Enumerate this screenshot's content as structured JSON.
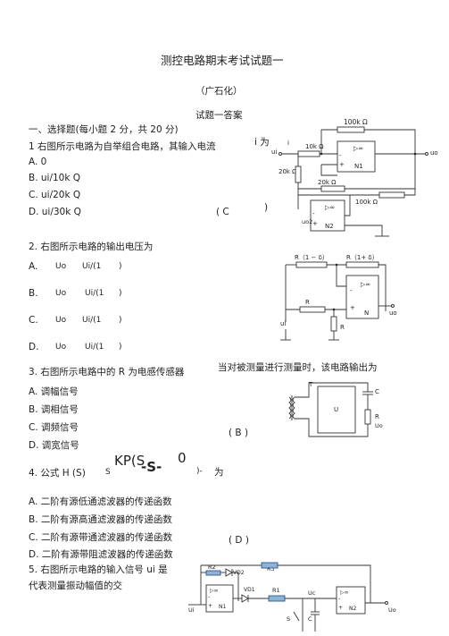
{
  "doc": {
    "title": "测控电路期末考试试题一",
    "school": "（广石化）",
    "subtitle": "试题一答案",
    "section1": "一、选择题(每小题 2 分，共 20 分)"
  },
  "q1": {
    "stem": "1 右图所示电路为自举组合电路，其输入电流",
    "stem_tail": "i 为",
    "options": [
      "A.  0",
      "B.  ui/10k Q",
      "C.  ui/20k Q",
      "D.  ui/30k Q"
    ],
    "answer_open": "( C",
    "answer_close": ")",
    "circuit": {
      "r_top": "100k Ω",
      "r_in": "10k Ω",
      "r_20": "20k Ω",
      "r_20b": "20k Ω",
      "r_bottom": "100k Ω",
      "in_label": "ui",
      "i_label": "i",
      "out_label": "uo",
      "n1": "N1",
      "n2": "N2",
      "uo2": "uo2",
      "inf": "▷∞"
    }
  },
  "q2": {
    "stem": "2. 右图所示电路的输出电压为",
    "options": [
      {
        "letter": "A.",
        "a": "Uo",
        "b": "Ui/(1",
        "c": ")"
      },
      {
        "letter": "B.",
        "a": "Uo",
        "b": "Ui/(1",
        "c": ")"
      },
      {
        "letter": "C.",
        "a": "Uo",
        "b": "Ui/(1",
        "c": ")"
      },
      {
        "letter": "D.",
        "a": "Uo",
        "b": "Ui/(1",
        "c": ")"
      }
    ],
    "circuit": {
      "r1": "R（1 − δ）",
      "r2": "R（1+ δ）",
      "r_mid": "R",
      "r_gnd": "R",
      "in_label": "ui",
      "out_label": "uo",
      "n": "N",
      "inf": "▷∞"
    }
  },
  "q3": {
    "stem": "3.  右图所示电路中的 R 为电感传感器",
    "stem_tail": "当对被测量进行测量时，该电路输出为",
    "options": [
      "A.  调幅信号",
      "B.  调相信号",
      "C.  调频信号",
      "D.  调宽信号"
    ],
    "answer": "(        B        )",
    "circuit": {
      "t": "T",
      "c": "C",
      "u": "U",
      "r": "R",
      "uo": "Uo"
    }
  },
  "q4": {
    "prefix": "4.  公式  H (S)",
    "formula_s": "S",
    "formula_main": "KP(S",
    "formula_dash": "-S-",
    "formula_zero": "0",
    "formula_tail": ")-",
    "suffix": "为",
    "options": [
      "A.  二阶有源低通滤波器的传递函数",
      "B.  二阶有源高通滤波器的传递函数",
      "C.  二阶有源带通滤波器的传递函数",
      "D.  二阶有源带阻滤波器的传递函数"
    ],
    "answer": "(      D      )"
  },
  "q5": {
    "stem": "5. 右图所示电路的输入信号  ui 是",
    "stem2": "代表测量振动幅值的交",
    "circuit": {
      "r2": "R2",
      "vd2": "VD2",
      "r3": "R3",
      "vd1": "VD1",
      "r1": "R1",
      "uc": "Uc",
      "n1": "N1",
      "n2": "N2",
      "ui": "Ui",
      "uo": "Uo",
      "s": "S",
      "c": "C",
      "inf": "▷∞"
    }
  }
}
